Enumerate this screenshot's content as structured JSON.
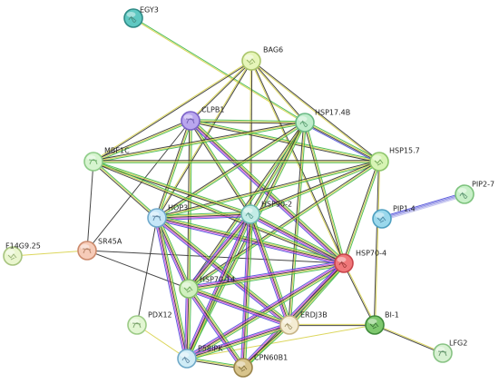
{
  "network": {
    "nodes": [
      {
        "id": "EGY3",
        "label": "EGY3",
        "color": "#5fc8c2",
        "ring": "#2f8a86",
        "glyph": "#3d7a6a"
      },
      {
        "id": "BAG6",
        "label": "BAG6",
        "color": "#e6f5b8",
        "ring": "#a9c46a",
        "glyph": "#7a9a4a"
      },
      {
        "id": "CLPB1",
        "label": "CLPB1",
        "color": "#b9a6ee",
        "ring": "#7b62c8",
        "glyph": "#5b4aa0"
      },
      {
        "id": "HSP17.4B",
        "label": "HSP17.4B",
        "color": "#bfeccb",
        "ring": "#68b883",
        "glyph": "#3f8a5a"
      },
      {
        "id": "HSP15.7",
        "label": "HSP15.7",
        "color": "#d7f4b4",
        "ring": "#8cc56a",
        "glyph": "#4c8a3a"
      },
      {
        "id": "MBF1C",
        "label": "MBF1C",
        "color": "#d6f4cf",
        "ring": "#8ccb86",
        "glyph": "#4c9a4a"
      },
      {
        "id": "PIP2-7",
        "label": "PIP2-7",
        "color": "#c8f0c8",
        "ring": "#7cc27c",
        "glyph": "#3f7a5a"
      },
      {
        "id": "PIP1.4",
        "label": "PIP1.4",
        "color": "#9ad8ec",
        "ring": "#4e9fc0",
        "glyph": "#2f6a8a"
      },
      {
        "id": "HOP3",
        "label": "HOP3",
        "color": "#c6e7f8",
        "ring": "#6fa9cc",
        "glyph": "#3f6a8a"
      },
      {
        "id": "HSP90-2",
        "label": "HSP90-2",
        "color": "#c3ece6",
        "ring": "#6cbab0",
        "glyph": "#3f8a7a"
      },
      {
        "id": "F14G9.25",
        "label": "F14G9.25",
        "color": "#eaf6cf",
        "ring": "#a7c47f",
        "glyph": "#7a9a5a"
      },
      {
        "id": "SR45A",
        "label": "SR45A",
        "color": "#f6cbb8",
        "ring": "#cc8a6c",
        "glyph": "#a06a4a"
      },
      {
        "id": "HSP70-4",
        "label": "HSP70-4",
        "color": "#f0787a",
        "ring": "#c8434a",
        "glyph": "#8a2a2a"
      },
      {
        "id": "HSP70-14",
        "label": "HSP70-14",
        "color": "#d0f0bf",
        "ring": "#84bf6c",
        "glyph": "#4a8a3a"
      },
      {
        "id": "PDX12",
        "label": "PDX12",
        "color": "#e2f6d2",
        "ring": "#9ccb86",
        "glyph": "#5a8a4a"
      },
      {
        "id": "ERDJ3B",
        "label": "ERDJ3B",
        "color": "#f4ecd2",
        "ring": "#c7b487",
        "glyph": "#8a7a4a"
      },
      {
        "id": "BI-1",
        "label": "BI-1",
        "color": "#7ec86e",
        "ring": "#3f8a3a",
        "glyph": "#2a5a2a"
      },
      {
        "id": "LFG2",
        "label": "LFG2",
        "color": "#d7f0d2",
        "ring": "#88c384",
        "glyph": "#3f7a4a"
      },
      {
        "id": "P58IPK",
        "label": "P58IPK",
        "color": "#d0ecf6",
        "ring": "#6fa9c8",
        "glyph": "#3f6a8a"
      },
      {
        "id": "CPN60B1",
        "label": "CPN60B1",
        "color": "#d8c48c",
        "ring": "#9a844a",
        "glyph": "#6a5a2a"
      }
    ],
    "edges": [
      {
        "source": "EGY3",
        "target": "HSP17.4B",
        "colors": [
          "#3fb84a",
          "#d8d24a"
        ]
      },
      {
        "source": "PIP1.4",
        "target": "PIP2-7",
        "colors": [
          "#4a4ad8",
          "#7a7ae0",
          "#a0a0e8",
          "#c0c0ee"
        ]
      },
      {
        "source": "F14G9.25",
        "target": "SR45A",
        "colors": [
          "#d8d24a"
        ]
      },
      {
        "source": "PDX12",
        "target": "P58IPK",
        "colors": [
          "#d8d24a"
        ]
      },
      {
        "source": "BI-1",
        "target": "LFG2",
        "colors": [
          "#d8d24a",
          "#333333"
        ]
      },
      {
        "source": "SR45A",
        "target": "MBF1C",
        "colors": [
          "#333333"
        ]
      },
      {
        "source": "SR45A",
        "target": "HSP70-4",
        "colors": [
          "#333333"
        ]
      },
      {
        "source": "SR45A",
        "target": "HSP70-14",
        "colors": [
          "#333333"
        ]
      },
      {
        "source": "SR45A",
        "target": "CLPB1",
        "colors": [
          "#333333"
        ]
      },
      {
        "source": "PDX12",
        "target": "HOP3",
        "colors": [
          "#333333"
        ]
      },
      {
        "source": "ERDJ3B",
        "target": "BI-1",
        "colors": [
          "#d8d24a",
          "#333333"
        ]
      },
      {
        "source": "HSP70-4",
        "target": "BI-1",
        "colors": [
          "#d8d24a",
          "#333333"
        ]
      },
      {
        "source": "HSP15.7",
        "target": "BI-1",
        "colors": [
          "#d8d24a",
          "#333333"
        ]
      },
      {
        "source": "P58IPK",
        "target": "BI-1",
        "colors": [
          "#d8d24a"
        ]
      },
      {
        "source": "BAG6",
        "target": "CLPB1",
        "colors": [
          "#333333",
          "#d8d24a"
        ]
      },
      {
        "source": "BAG6",
        "target": "HSP17.4B",
        "colors": [
          "#333333",
          "#d8d24a"
        ]
      },
      {
        "source": "BAG6",
        "target": "HSP15.7",
        "colors": [
          "#333333",
          "#d8d24a"
        ]
      },
      {
        "source": "BAG6",
        "target": "HSP90-2",
        "colors": [
          "#333333",
          "#d8d24a"
        ]
      },
      {
        "source": "BAG6",
        "target": "HSP70-4",
        "colors": [
          "#333333",
          "#d8d24a"
        ]
      },
      {
        "source": "BAG6",
        "target": "MBF1C",
        "colors": [
          "#333333",
          "#d8d24a"
        ]
      },
      {
        "source": "BAG6",
        "target": "HOP3",
        "colors": [
          "#333333",
          "#d8d24a"
        ]
      },
      {
        "source": "CLPB1",
        "target": "HSP17.4B",
        "colors": [
          "#3fb84a",
          "#d8d24a",
          "#333333"
        ]
      },
      {
        "source": "CLPB1",
        "target": "HSP15.7",
        "colors": [
          "#3fb84a",
          "#d8d24a",
          "#333333"
        ]
      },
      {
        "source": "CLPB1",
        "target": "MBF1C",
        "colors": [
          "#3fb84a",
          "#d8d24a",
          "#333333"
        ]
      },
      {
        "source": "CLPB1",
        "target": "HOP3",
        "colors": [
          "#3fb84a",
          "#d8d24a",
          "#333333"
        ]
      },
      {
        "source": "CLPB1",
        "target": "HSP90-2",
        "colors": [
          "#3fb84a",
          "#d8d24a",
          "#333333"
        ]
      },
      {
        "source": "CLPB1",
        "target": "HSP70-4",
        "colors": [
          "#3fb84a",
          "#d8d24a",
          "#333333",
          "#d94ad9",
          "#4a4ad8"
        ]
      },
      {
        "source": "CLPB1",
        "target": "HSP70-14",
        "colors": [
          "#3fb84a",
          "#d8d24a",
          "#333333"
        ]
      },
      {
        "source": "HSP17.4B",
        "target": "HSP15.7",
        "colors": [
          "#3fb84a",
          "#d8d24a",
          "#333333",
          "#4a4ad8"
        ]
      },
      {
        "source": "HSP17.4B",
        "target": "MBF1C",
        "colors": [
          "#3fb84a",
          "#d8d24a",
          "#333333"
        ]
      },
      {
        "source": "HSP17.4B",
        "target": "HOP3",
        "colors": [
          "#3fb84a",
          "#d8d24a",
          "#333333"
        ]
      },
      {
        "source": "HSP17.4B",
        "target": "HSP90-2",
        "colors": [
          "#3fb84a",
          "#d8d24a",
          "#333333"
        ]
      },
      {
        "source": "HSP17.4B",
        "target": "HSP70-4",
        "colors": [
          "#3fb84a",
          "#d8d24a",
          "#333333"
        ]
      },
      {
        "source": "HSP17.4B",
        "target": "HSP70-14",
        "colors": [
          "#3fb84a",
          "#d8d24a",
          "#333333"
        ]
      },
      {
        "source": "HSP17.4B",
        "target": "ERDJ3B",
        "colors": [
          "#3fb84a",
          "#d8d24a",
          "#333333"
        ]
      },
      {
        "source": "HSP17.4B",
        "target": "P58IPK",
        "colors": [
          "#3fb84a",
          "#d8d24a",
          "#333333"
        ]
      },
      {
        "source": "HSP15.7",
        "target": "MBF1C",
        "colors": [
          "#3fb84a",
          "#d8d24a",
          "#333333"
        ]
      },
      {
        "source": "HSP15.7",
        "target": "HOP3",
        "colors": [
          "#3fb84a",
          "#d8d24a",
          "#333333"
        ]
      },
      {
        "source": "HSP15.7",
        "target": "HSP90-2",
        "colors": [
          "#3fb84a",
          "#d8d24a",
          "#333333"
        ]
      },
      {
        "source": "HSP15.7",
        "target": "HSP70-4",
        "colors": [
          "#3fb84a",
          "#d8d24a",
          "#333333"
        ]
      },
      {
        "source": "HSP15.7",
        "target": "HSP70-14",
        "colors": [
          "#3fb84a",
          "#d8d24a",
          "#333333"
        ]
      },
      {
        "source": "MBF1C",
        "target": "HOP3",
        "colors": [
          "#3fb84a",
          "#d8d24a",
          "#333333"
        ]
      },
      {
        "source": "MBF1C",
        "target": "HSP90-2",
        "colors": [
          "#3fb84a",
          "#d8d24a",
          "#333333"
        ]
      },
      {
        "source": "MBF1C",
        "target": "HSP70-4",
        "colors": [
          "#3fb84a",
          "#d8d24a",
          "#333333"
        ]
      },
      {
        "source": "HOP3",
        "target": "HSP90-2",
        "colors": [
          "#3fb84a",
          "#d8d24a",
          "#333333",
          "#d94ad9",
          "#4a4ad8"
        ]
      },
      {
        "source": "HOP3",
        "target": "HSP70-4",
        "colors": [
          "#3fb84a",
          "#d8d24a",
          "#333333",
          "#d94ad9",
          "#4a4ad8"
        ]
      },
      {
        "source": "HOP3",
        "target": "HSP70-14",
        "colors": [
          "#3fb84a",
          "#d8d24a",
          "#333333",
          "#d94ad9",
          "#4a4ad8"
        ]
      },
      {
        "source": "HOP3",
        "target": "P58IPK",
        "colors": [
          "#3fb84a",
          "#d8d24a",
          "#333333",
          "#d94ad9",
          "#4a4ad8"
        ]
      },
      {
        "source": "HOP3",
        "target": "ERDJ3B",
        "colors": [
          "#3fb84a",
          "#d8d24a",
          "#333333",
          "#d94ad9",
          "#4a4ad8"
        ]
      },
      {
        "source": "HSP90-2",
        "target": "HSP70-4",
        "colors": [
          "#3fb84a",
          "#d8d24a",
          "#333333",
          "#d94ad9",
          "#4a4ad8"
        ]
      },
      {
        "source": "HSP90-2",
        "target": "HSP70-14",
        "colors": [
          "#3fb84a",
          "#d8d24a",
          "#333333",
          "#d94ad9",
          "#4a4ad8"
        ]
      },
      {
        "source": "HSP90-2",
        "target": "P58IPK",
        "colors": [
          "#3fb84a",
          "#d8d24a",
          "#333333",
          "#d94ad9",
          "#4a4ad8"
        ]
      },
      {
        "source": "HSP90-2",
        "target": "ERDJ3B",
        "colors": [
          "#3fb84a",
          "#d8d24a",
          "#333333",
          "#d94ad9",
          "#4a4ad8"
        ]
      },
      {
        "source": "HSP90-2",
        "target": "CPN60B1",
        "colors": [
          "#3fb84a",
          "#d8d24a",
          "#333333",
          "#d94ad9",
          "#4a4ad8"
        ]
      },
      {
        "source": "HSP70-4",
        "target": "HSP70-14",
        "colors": [
          "#3fb84a",
          "#d8d24a",
          "#333333",
          "#d94ad9",
          "#4a4ad8"
        ]
      },
      {
        "source": "HSP70-4",
        "target": "P58IPK",
        "colors": [
          "#3fb84a",
          "#d8d24a",
          "#333333",
          "#d94ad9",
          "#4a4ad8"
        ]
      },
      {
        "source": "HSP70-4",
        "target": "ERDJ3B",
        "colors": [
          "#3fb84a",
          "#d8d24a",
          "#333333",
          "#d94ad9",
          "#4a4ad8"
        ]
      },
      {
        "source": "HSP70-4",
        "target": "CPN60B1",
        "colors": [
          "#3fb84a",
          "#d8d24a",
          "#333333",
          "#d94ad9",
          "#4a4ad8"
        ]
      },
      {
        "source": "HSP70-14",
        "target": "P58IPK",
        "colors": [
          "#3fb84a",
          "#d8d24a",
          "#333333",
          "#d94ad9",
          "#4a4ad8"
        ]
      },
      {
        "source": "HSP70-14",
        "target": "ERDJ3B",
        "colors": [
          "#3fb84a",
          "#d8d24a",
          "#333333",
          "#d94ad9",
          "#4a4ad8"
        ]
      },
      {
        "source": "HSP70-14",
        "target": "CPN60B1",
        "colors": [
          "#3fb84a",
          "#d8d24a",
          "#333333",
          "#d94ad9",
          "#4a4ad8"
        ]
      },
      {
        "source": "ERDJ3B",
        "target": "P58IPK",
        "colors": [
          "#3fb84a",
          "#d8d24a",
          "#333333",
          "#d94ad9",
          "#4a4ad8"
        ]
      },
      {
        "source": "ERDJ3B",
        "target": "CPN60B1",
        "colors": [
          "#3fb84a",
          "#d8d24a",
          "#333333"
        ]
      },
      {
        "source": "P58IPK",
        "target": "CPN60B1",
        "colors": [
          "#3fb84a",
          "#d8d24a",
          "#333333"
        ]
      }
    ]
  }
}
